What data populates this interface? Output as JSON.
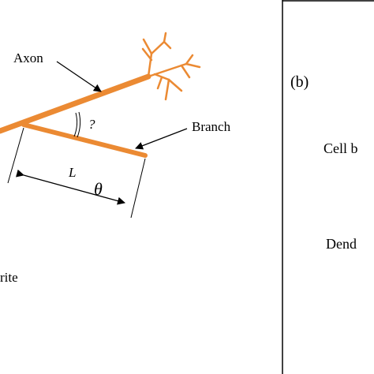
{
  "colors": {
    "neuron": "#EB8A33",
    "line": "#000000",
    "background": "#FFFFFF",
    "question": "#7a7a7a"
  },
  "left_panel": {
    "labels": {
      "axon": "Axon",
      "branch": "Branch",
      "question": "?",
      "length": "L",
      "theta": "θ",
      "dendrite_fragment": "rite"
    }
  },
  "right_panel": {
    "panel_label": "(b)",
    "cell_body_fragment": "Cell b",
    "dendrite_fragment": "Dend"
  }
}
